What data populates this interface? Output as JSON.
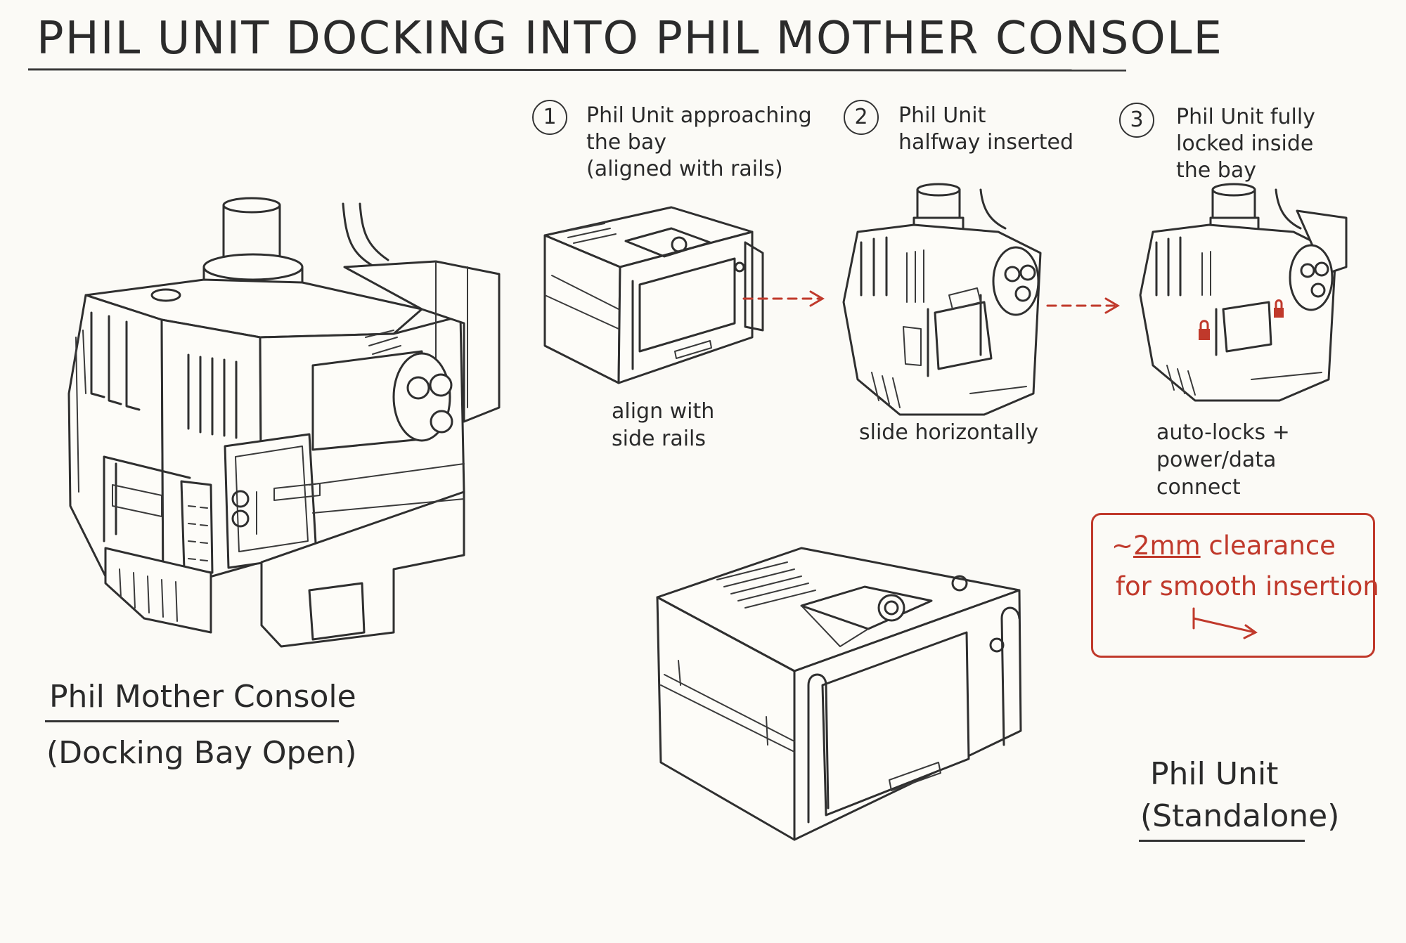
{
  "title": "PHIL UNIT DOCKING INTO PHIL MOTHER CONSOLE",
  "steps": [
    {
      "number": "1",
      "text": "Phil Unit approaching\nthe bay\n(aligned with rails)",
      "caption": "align with\nside rails"
    },
    {
      "number": "2",
      "text": "Phil Unit\nhalfway inserted",
      "caption": "slide horizontally"
    },
    {
      "number": "3",
      "text": "Phil Unit fully\nlocked inside\nthe bay",
      "caption": "auto-locks +\npower/data\nconnect"
    }
  ],
  "console_label": {
    "name": "Phil Mother Console",
    "state": "(Docking Bay Open)"
  },
  "unit_label": {
    "name": "Phil Unit",
    "state": "(Standalone)"
  },
  "note": {
    "prefix": "~",
    "highlight": "2mm",
    "line1_rest": " clearance",
    "line2": "for smooth insertion"
  },
  "colors": {
    "ink": "#2f2f2f",
    "accent": "#c0392b",
    "paper": "#fbfaf6"
  }
}
